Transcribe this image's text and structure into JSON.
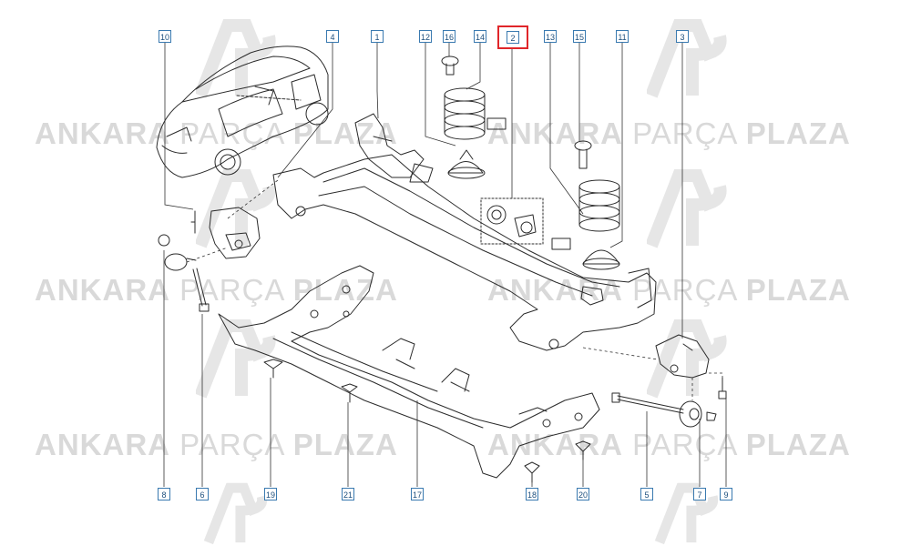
{
  "watermark": {
    "brand_bold_1": "ANKARA",
    "brand_light": "PARÇA",
    "brand_bold_2": "PLAZA",
    "logo_icon": "ap-logo-icon",
    "color": "#d9d9d9"
  },
  "callouts": [
    {
      "id": "c10",
      "label": "10"
    },
    {
      "id": "c4",
      "label": "4"
    },
    {
      "id": "c1",
      "label": "1"
    },
    {
      "id": "c12",
      "label": "12"
    },
    {
      "id": "c16",
      "label": "16"
    },
    {
      "id": "c14",
      "label": "14"
    },
    {
      "id": "c2",
      "label": "2",
      "highlighted": true
    },
    {
      "id": "c13",
      "label": "13"
    },
    {
      "id": "c15",
      "label": "15"
    },
    {
      "id": "c11",
      "label": "11"
    },
    {
      "id": "c3",
      "label": "3"
    },
    {
      "id": "c8",
      "label": "8"
    },
    {
      "id": "c6",
      "label": "6"
    },
    {
      "id": "c19",
      "label": "19"
    },
    {
      "id": "c21",
      "label": "21"
    },
    {
      "id": "c17",
      "label": "17"
    },
    {
      "id": "c18",
      "label": "18"
    },
    {
      "id": "c20",
      "label": "20"
    },
    {
      "id": "c5",
      "label": "5"
    },
    {
      "id": "c7",
      "label": "7"
    },
    {
      "id": "c9",
      "label": "9"
    }
  ],
  "colors": {
    "line": "#2b2b2b",
    "callout_border": "#3a7ab0",
    "highlight": "#e0262a"
  }
}
